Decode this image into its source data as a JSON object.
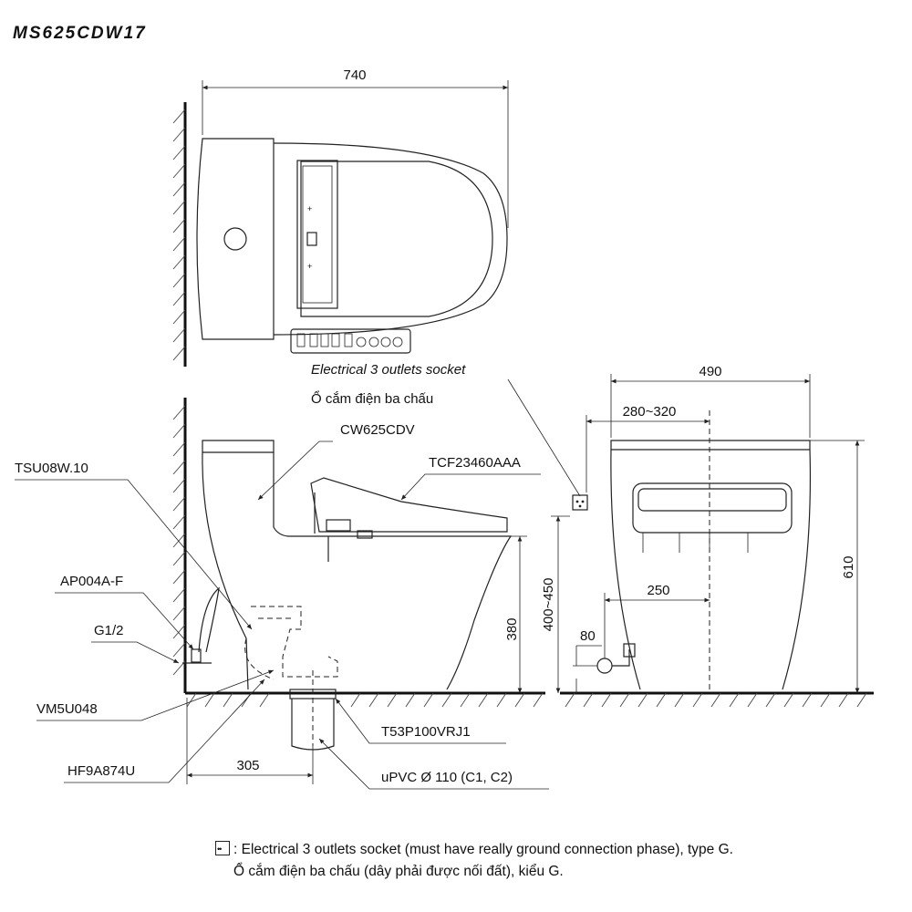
{
  "title": "MS625CDW17",
  "top_view": {
    "width_dim": "740"
  },
  "socket_label": {
    "en": "Electrical 3 outlets socket",
    "vi": "Ổ cắm điện ba chấu"
  },
  "side_view": {
    "labels": {
      "cw": "CW625CDV",
      "tcf": "TCF23460AAA",
      "tsu": "TSU08W.10",
      "ap": "AP004A-F",
      "g12": "G1/2",
      "vm": "VM5U048",
      "hf": "HF9A874U",
      "t53": "T53P100VRJ1",
      "upvc": "uPVC Ø 110 (C1, C2)"
    },
    "dims": {
      "d305": "305",
      "d380": "380"
    }
  },
  "front_view": {
    "dims": {
      "d490": "490",
      "d280": "280~320",
      "d400": "400~450",
      "d610": "610",
      "d250": "250",
      "d80": "80"
    }
  },
  "legend": {
    "icon": "socket-icon",
    "line1": ": Electrical 3 outlets socket (must have really ground connection phase), type G.",
    "line2": "Ổ cắm điện ba chấu (dây phải được nối đất), kiểu G."
  }
}
